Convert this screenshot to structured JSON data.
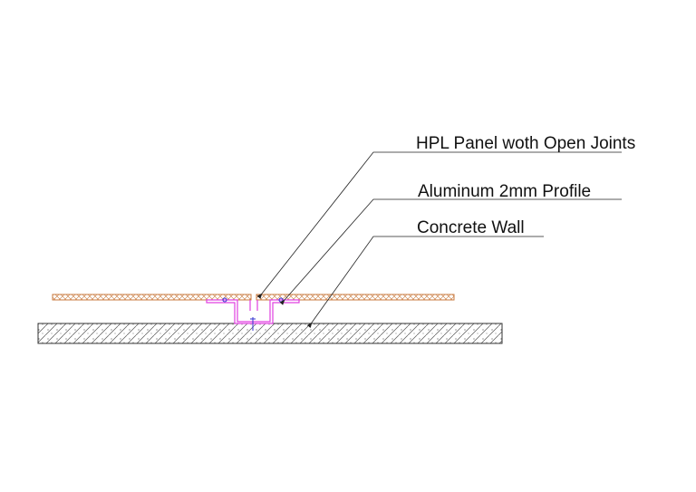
{
  "labels": {
    "hpl_panel": "HPL Panel woth Open Joints",
    "aluminum_profile": "Aluminum 2mm Profile",
    "concrete_wall": "Concrete Wall"
  },
  "colors": {
    "panel": "#c8783c",
    "profile": "#e040e0",
    "fastener": "#3030d0",
    "wall_stroke": "#333333",
    "leader": "#222222",
    "hatch": "#555555"
  }
}
